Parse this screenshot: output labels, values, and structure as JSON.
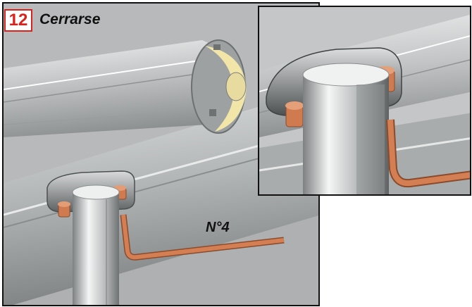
{
  "step": {
    "number": "12",
    "title": "Cerrarse"
  },
  "tool": {
    "label": "N°4"
  },
  "colors": {
    "badge_red": "#d9221c",
    "allen_key": "#cf7a4f",
    "aluminium": "#c8cacb"
  }
}
